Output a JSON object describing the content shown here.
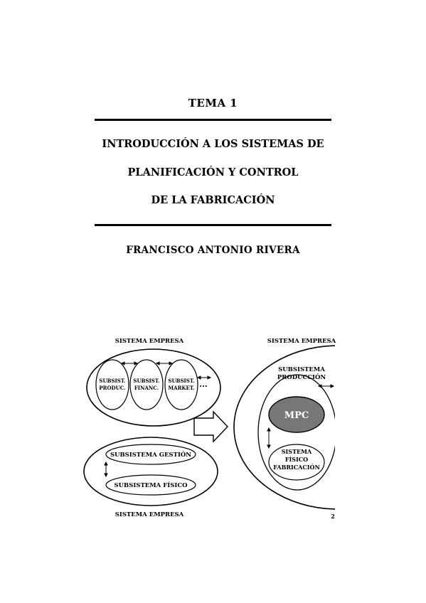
{
  "header": {
    "topic": "TEMA 1",
    "title_lines": [
      "INTRODUCCIÓN A LOS SISTEMAS DE",
      "PLANIFICACIÓN Y CONTROL",
      "DE  LA FABRICACIÓN"
    ],
    "author": "FRANCISCO  ANTONIO RIVERA"
  },
  "diagram": {
    "left_top": {
      "label": "SISTEMA EMPRESA",
      "subsystems": [
        [
          "SUBSIST.",
          "PRODUC."
        ],
        [
          "SUBSIST.",
          "FINANC."
        ],
        [
          "SUBSIST.",
          "MARKET."
        ]
      ],
      "ellipsis": "..."
    },
    "left_bottom": {
      "management": "SUBSISTEMA GESTIÓN",
      "physical": "SUBSISTEMA FÍSICO",
      "label": "SISTEMA EMPRESA"
    },
    "right": {
      "label": "SISTEMA EMPRESA",
      "production_lines": [
        "SUBSISTEMA",
        "PRODUCCIÓN"
      ],
      "mpc": "MPC",
      "physical_lines": [
        "SISTEMA",
        "FÍSICO",
        "FABRICACIÓN"
      ],
      "page_number": "2"
    },
    "colors": {
      "mpc_fill": "#777777",
      "mpc_text": "#ffffff",
      "stroke": "#000000"
    }
  }
}
